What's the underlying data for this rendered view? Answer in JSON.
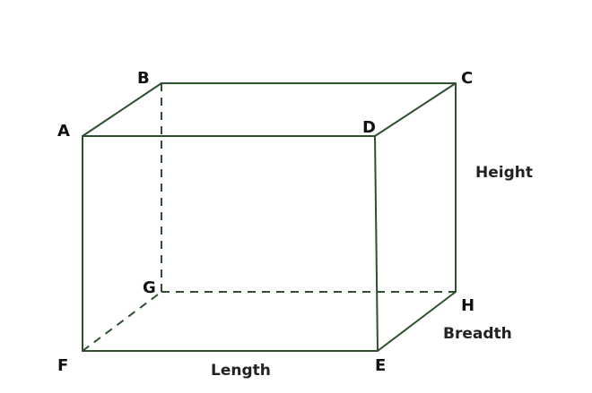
{
  "vertices": {
    "A": "A",
    "B": "B",
    "C": "C",
    "D": "D",
    "E": "E",
    "F": "F",
    "G": "G",
    "H": "H"
  },
  "dimensions": {
    "length": "Length",
    "breadth": "Breadth",
    "height": "Height"
  },
  "colors": {
    "edge": "#2f4f2f",
    "label": "#111111"
  }
}
